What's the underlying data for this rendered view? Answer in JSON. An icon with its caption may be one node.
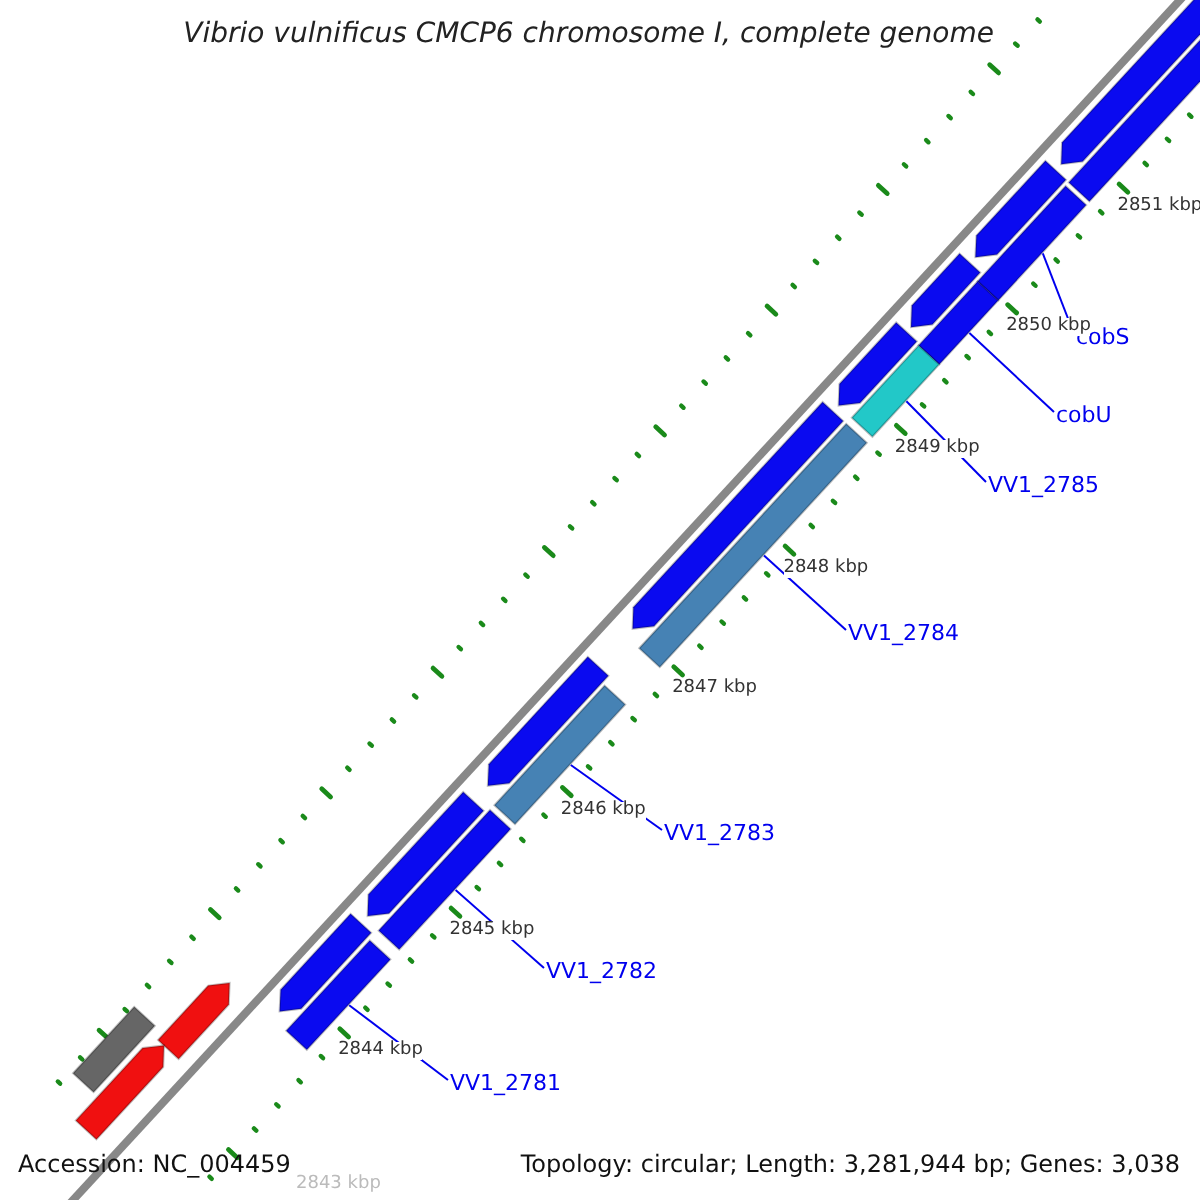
{
  "diagram": {
    "title": "Vibrio vulnificus CMCP6 chromosome I, complete genome",
    "nodes": [
      {
        "text": [
          "cobS"
        ]
      },
      {
        "text": [
          "cobU"
        ]
      },
      {
        "text": [
          "VV1_2785"
        ]
      },
      {
        "text": [
          "VV1_2784"
        ]
      },
      {
        "text": [
          "VV1_2783"
        ]
      },
      {
        "text": [
          "VV1_2782"
        ]
      },
      {
        "text": [
          "VV1_2781"
        ]
      },
      {
        "text": [],
        "shape": "bar"
      },
      {
        "text": [],
        "shape": "bar"
      },
      {
        "text": [],
        "shape": "bar"
      },
      {
        "text": [],
        "shape": "bar"
      },
      {
        "text": [],
        "shape": "bar"
      },
      {
        "text": [],
        "shape": "bar"
      },
      {
        "text": [],
        "shape": "bar"
      },
      {
        "text": [],
        "shape": "bar"
      },
      {
        "text": [],
        "shape": "bar"
      }
    ],
    "edges": [
      {
        "from": 0,
        "to": 7,
        "arrow": "none"
      },
      {
        "from": 1,
        "to": 8,
        "arrow": "none"
      },
      {
        "from": 2,
        "to": 9,
        "arrow": "none"
      },
      {
        "from": 3,
        "to": 10,
        "arrow": "none"
      },
      {
        "from": 4,
        "to": 11,
        "arrow": "none"
      },
      {
        "from": 5,
        "to": 12,
        "arrow": "none"
      },
      {
        "from": 6,
        "to": 13,
        "arrow": "none"
      }
    ],
    "labels": [
      "2851 kbp",
      "2850 kbp",
      "2849 kbp",
      "2848 kbp",
      "2847 kbp",
      "2846 kbp",
      "2845 kbp",
      "2844 kbp",
      "Accession: NC_004459",
      "Topology: circular; Length: 3,281,944 bp; Genes: 3,038",
      "2843 kbp"
    ]
  }
}
